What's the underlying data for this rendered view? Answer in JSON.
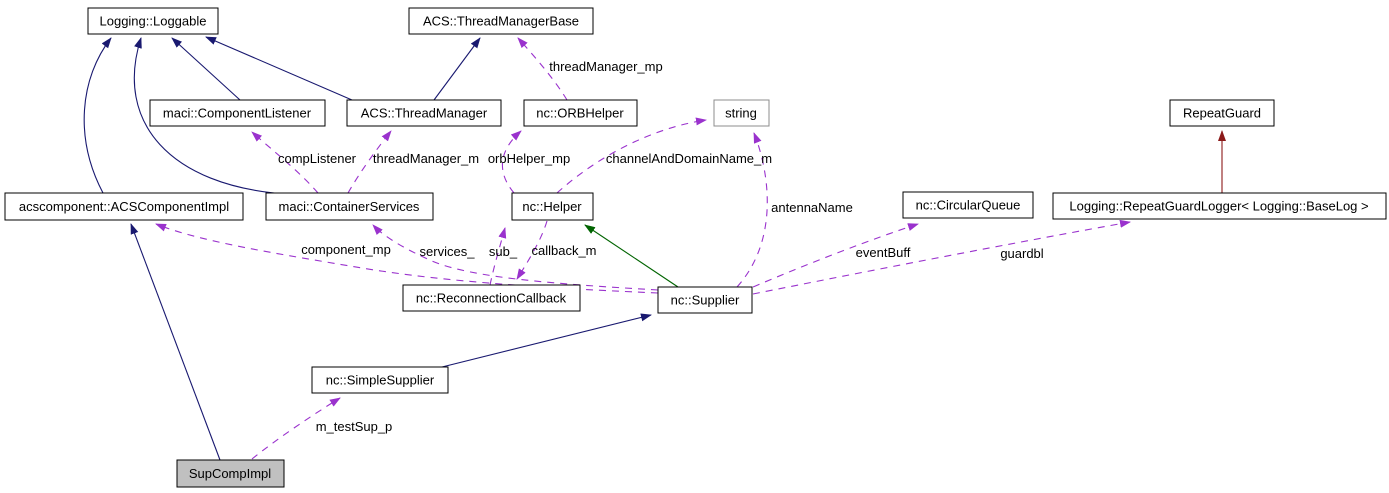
{
  "diagram": {
    "kind": "class-collaboration-graph",
    "focus_class": "SupCompImpl",
    "colors": {
      "background": "#ffffff",
      "node_border": "#000000",
      "external_node_border": "#8c8c8c",
      "focus_node_fill": "#c0c0c0",
      "public_inheritance_edge": "#191970",
      "protected_inheritance_edge": "#006400",
      "private_inheritance_edge": "#8b1a1a",
      "usage_edge": "#9a32cd"
    },
    "nodes": [
      {
        "label": "Logging::Loggable",
        "kind": "class"
      },
      {
        "label": "ACS::ThreadManagerBase",
        "kind": "class"
      },
      {
        "label": "maci::ComponentListener",
        "kind": "class"
      },
      {
        "label": "ACS::ThreadManager",
        "kind": "class"
      },
      {
        "label": "nc::ORBHelper",
        "kind": "class"
      },
      {
        "label": "string",
        "kind": "external"
      },
      {
        "label": "RepeatGuard",
        "kind": "class"
      },
      {
        "label": "acscomponent::ACSComponentImpl",
        "kind": "class"
      },
      {
        "label": "maci::ContainerServices",
        "kind": "class"
      },
      {
        "label": "nc::Helper",
        "kind": "class"
      },
      {
        "label": "nc::CircularQueue",
        "kind": "class"
      },
      {
        "label": "Logging::RepeatGuardLogger< Logging::BaseLog >",
        "kind": "class"
      },
      {
        "label": "nc::ReconnectionCallback",
        "kind": "class"
      },
      {
        "label": "nc::Supplier",
        "kind": "class"
      },
      {
        "label": "nc::SimpleSupplier",
        "kind": "class"
      },
      {
        "label": "SupCompImpl",
        "kind": "focus"
      }
    ],
    "usage_edges": [
      {
        "label": "compListener",
        "from": "maci::ContainerServices",
        "to": "maci::ComponentListener"
      },
      {
        "label": "threadManager_m",
        "from": "maci::ContainerServices",
        "to": "ACS::ThreadManager"
      },
      {
        "label": "orbHelper_mp",
        "from": "nc::Helper",
        "to": "nc::ORBHelper"
      },
      {
        "label": "threadManager_mp",
        "from": "nc::ORBHelper",
        "to": "ACS::ThreadManagerBase"
      },
      {
        "label": "channelAndDomainName_m",
        "from": "nc::Helper",
        "to": "string"
      },
      {
        "label": "antennaName",
        "from": "nc::Supplier",
        "to": "string"
      },
      {
        "label": "component_mp",
        "from": "nc::Supplier",
        "to": "acscomponent::ACSComponentImpl"
      },
      {
        "label": "services_",
        "from": "nc::Supplier",
        "to": "maci::ContainerServices"
      },
      {
        "label": "sub_",
        "from": "nc::ReconnectionCallback",
        "to": "nc::Helper"
      },
      {
        "label": "callback_m",
        "from": "nc::Helper",
        "to": "nc::ReconnectionCallback"
      },
      {
        "label": "eventBuff",
        "from": "nc::Supplier",
        "to": "nc::CircularQueue"
      },
      {
        "label": "guardbl",
        "from": "nc::Supplier",
        "to": "Logging::RepeatGuardLogger< Logging::BaseLog >"
      },
      {
        "label": "m_testSup_p",
        "from": "SupCompImpl",
        "to": "nc::SimpleSupplier"
      }
    ],
    "inheritance_edges": [
      {
        "from": "acscomponent::ACSComponentImpl",
        "to": "Logging::Loggable",
        "access": "public"
      },
      {
        "from": "maci::ContainerServices",
        "to": "Logging::Loggable",
        "access": "public"
      },
      {
        "from": "maci::ComponentListener",
        "to": "Logging::Loggable",
        "access": "public"
      },
      {
        "from": "ACS::ThreadManager",
        "to": "Logging::Loggable",
        "access": "public"
      },
      {
        "from": "ACS::ThreadManager",
        "to": "ACS::ThreadManagerBase",
        "access": "public"
      },
      {
        "from": "nc::SimpleSupplier",
        "to": "nc::Supplier",
        "access": "public"
      },
      {
        "from": "SupCompImpl",
        "to": "acscomponent::ACSComponentImpl",
        "access": "public"
      },
      {
        "from": "nc::Supplier",
        "to": "nc::Helper",
        "access": "protected"
      },
      {
        "from": "Logging::RepeatGuardLogger< Logging::BaseLog >",
        "to": "RepeatGuard",
        "access": "private"
      }
    ]
  }
}
